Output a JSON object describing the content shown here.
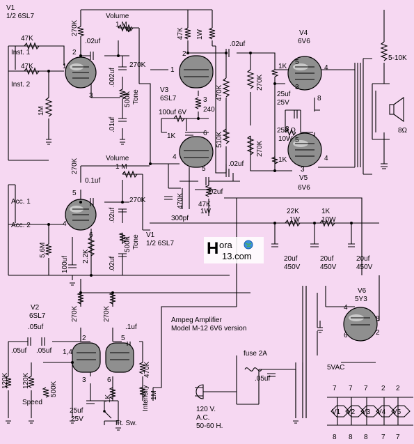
{
  "title": {
    "line1": "Ampeg Amplifier",
    "line2": "Model M-12   6V6 version"
  },
  "tubes": {
    "v1a": {
      "name": "V1",
      "type": "1/2 6SL7"
    },
    "v1b": {
      "name": "V1",
      "type": "1/2 6SL7"
    },
    "v2": {
      "name": "V2",
      "type": "6SL7"
    },
    "v3": {
      "name": "V3",
      "type": "6SL7"
    },
    "v4": {
      "name": "V4",
      "type": "6V6"
    },
    "v5": {
      "name": "V5",
      "type": "6V6"
    },
    "v6": {
      "name": "V6",
      "type": "5Y3"
    }
  },
  "inputs": {
    "inst1": "Inst. 1",
    "inst2": "Inst. 2",
    "acc1": "Acc. 1",
    "acc2": "Acc. 2"
  },
  "controls": {
    "volume1": "Volume",
    "volume1_val": "1 M",
    "tone1": "Tone",
    "tone1_val": "500K",
    "volume2": "Volume",
    "volume2_val": "1 M",
    "tone2": "Tone",
    "tone2_val": "500K",
    "speed": "Speed",
    "speed_val": "500K",
    "intensity": "Intensity",
    "intensity_val": "1M",
    "footswitch": "Ft. Sw."
  },
  "components": {
    "r47k": "47K",
    "r1m": "1M",
    "r270k": "270K",
    "r22k": "2.2K",
    "r56m": "5.6M",
    "r470k": "470K",
    "r510k": "510K",
    "r1k": "1K",
    "r240": "240",
    "r47k1w": "47K",
    "r1w": "1W",
    "r22k1w": "22K",
    "r1k10w": "1K",
    "r10w": "10W",
    "r120k": "120K",
    "r510k_out": "5-10K",
    "r250": "250 Ω",
    "r10w2": "10W",
    "c02uf": ".02uf",
    "c002uf": ".002uf",
    "c01uf": ".01uf",
    "c1uf": "0.1uf",
    "c05uf": ".05uf",
    "c1uf2": ".1uf",
    "c100uf": "100uf",
    "c100uf6v": "100uf 6V",
    "c300pf": "300pf",
    "c25uf25v_a": "25uf",
    "c25uf25v_b": "25V",
    "c20uf": "20uf",
    "c450v": "450V"
  },
  "pins": {
    "p1": "1",
    "p2": "2",
    "p3": "3",
    "p4": "4",
    "p5": "5",
    "p6": "6",
    "p8": "8",
    "p14": "1,4"
  },
  "power": {
    "fuse": "fuse 2A",
    "cap": ".05uf",
    "mains1": "120 V.",
    "mains2": "A.C.",
    "mains3": "50-60 H.",
    "v5vac": "5VAC"
  },
  "speaker": "8Ω",
  "heaters": {
    "labels": [
      "V1",
      "V2",
      "V3",
      "V4",
      "V5"
    ],
    "top_pins": [
      "7",
      "7",
      "7",
      "2",
      "2"
    ],
    "bottom_pins": [
      "8",
      "8",
      "8",
      "7",
      "7"
    ]
  },
  "logo": {
    "part1": "ora",
    "part2": "13.com"
  }
}
